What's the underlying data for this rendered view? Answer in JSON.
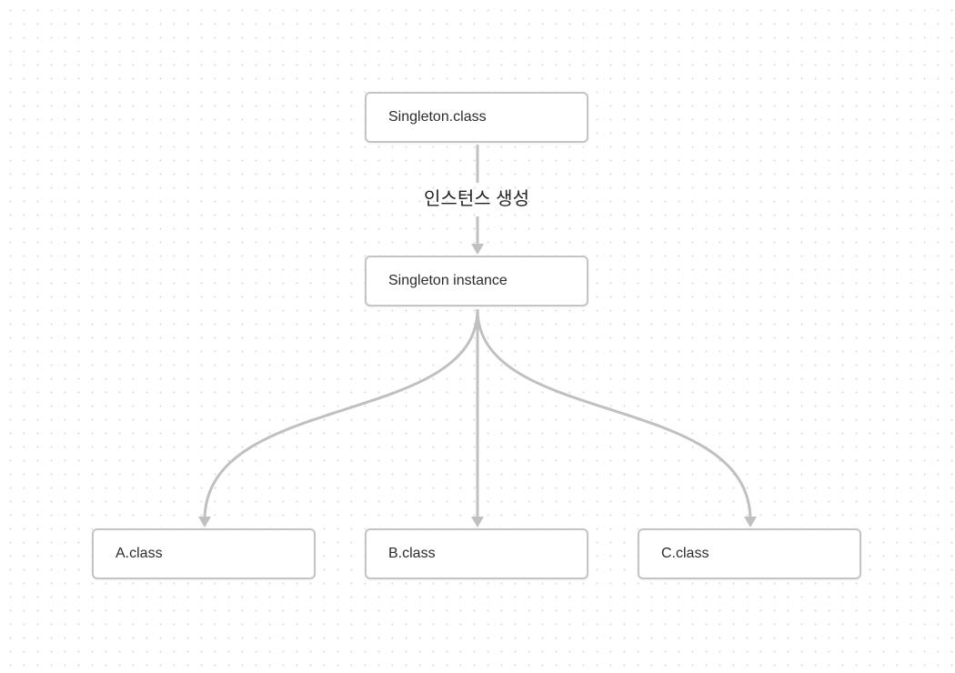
{
  "diagram": {
    "nodes": {
      "singleton_class": "Singleton.class",
      "singleton_instance": "Singleton instance",
      "a_class": "A.class",
      "b_class": "B.class",
      "c_class": "C.class"
    },
    "edge_label": "인스턴스 생성",
    "colors": {
      "edge": "#c0c0c0",
      "node_border": "#c4c4c4",
      "background_dot": "#d9d9d9"
    }
  }
}
